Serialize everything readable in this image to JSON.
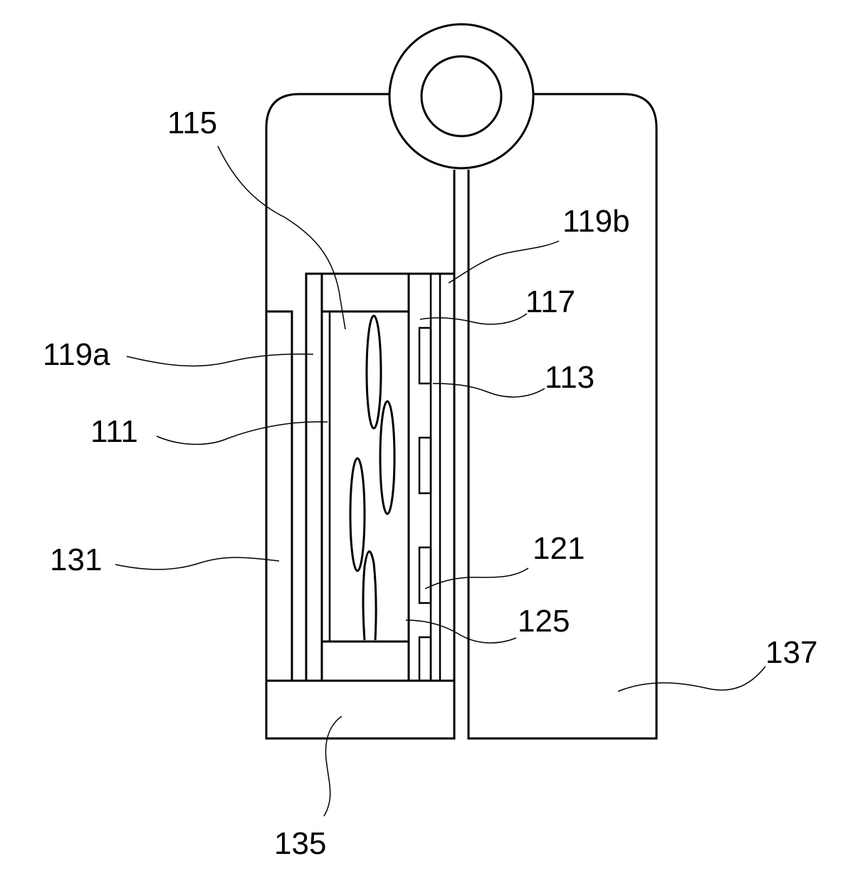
{
  "labels": {
    "l115": "115",
    "l119b": "119b",
    "l117": "117",
    "l119a": "119a",
    "l113": "113",
    "l111": "111",
    "l131": "131",
    "l121": "121",
    "l125": "125",
    "l137": "137",
    "l135": "135"
  },
  "colors": {
    "stroke": "#000000",
    "background": "#ffffff"
  }
}
